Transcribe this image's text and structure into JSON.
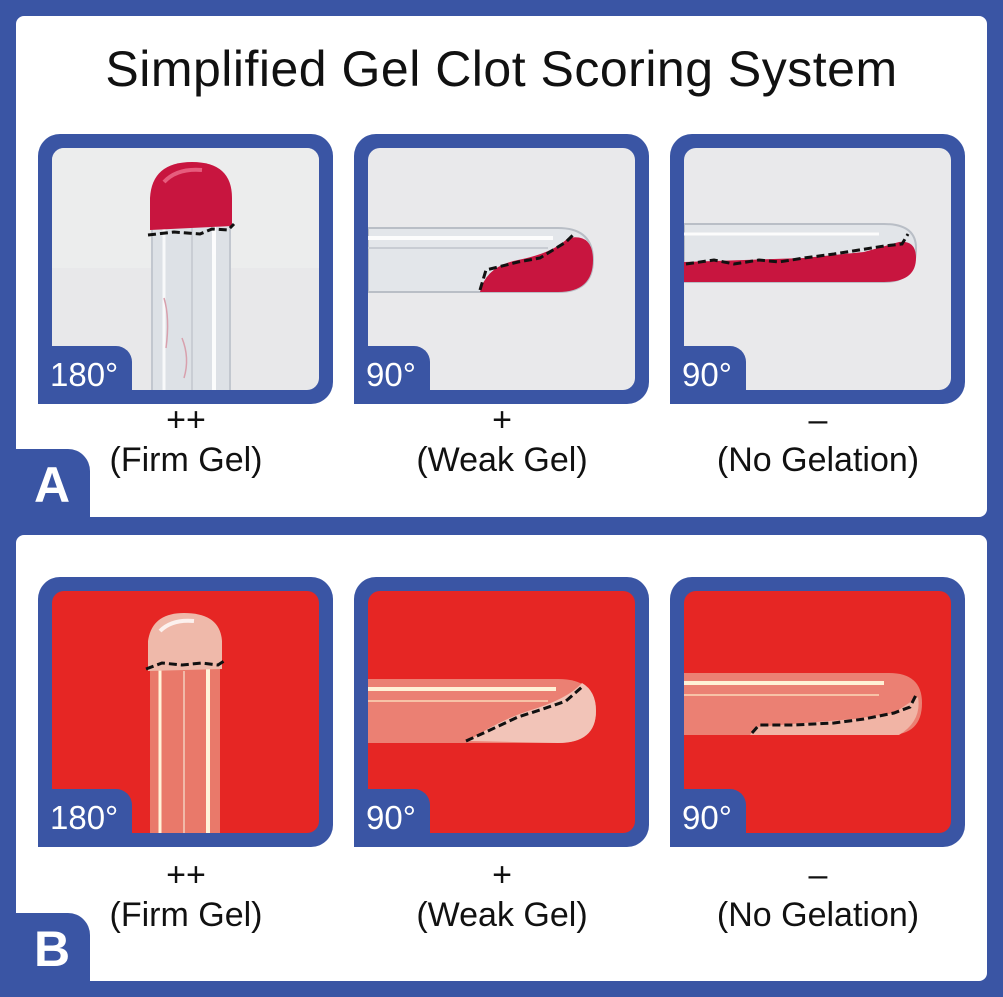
{
  "title": "Simplified Gel Clot Scoring System",
  "panels": [
    {
      "letter": "A",
      "background": "#e9e9eb",
      "cards": [
        {
          "angle": "180°",
          "symbol": "++",
          "label": "(Firm Gel)"
        },
        {
          "angle": "90°",
          "symbol": "+",
          "label": "(Weak Gel)"
        },
        {
          "angle": "90°",
          "symbol": "–",
          "label": "(No Gelation)"
        }
      ]
    },
    {
      "letter": "B",
      "background": "#e62624",
      "cards": [
        {
          "angle": "180°",
          "symbol": "++",
          "label": "(Firm Gel)"
        },
        {
          "angle": "90°",
          "symbol": "+",
          "label": "(Weak Gel)"
        },
        {
          "angle": "90°",
          "symbol": "–",
          "label": "(No Gelation)"
        }
      ]
    }
  ],
  "colors": {
    "frame": "#3a55a4",
    "gel_red": "#c8153f",
    "backdrop_red": "#e62624"
  }
}
